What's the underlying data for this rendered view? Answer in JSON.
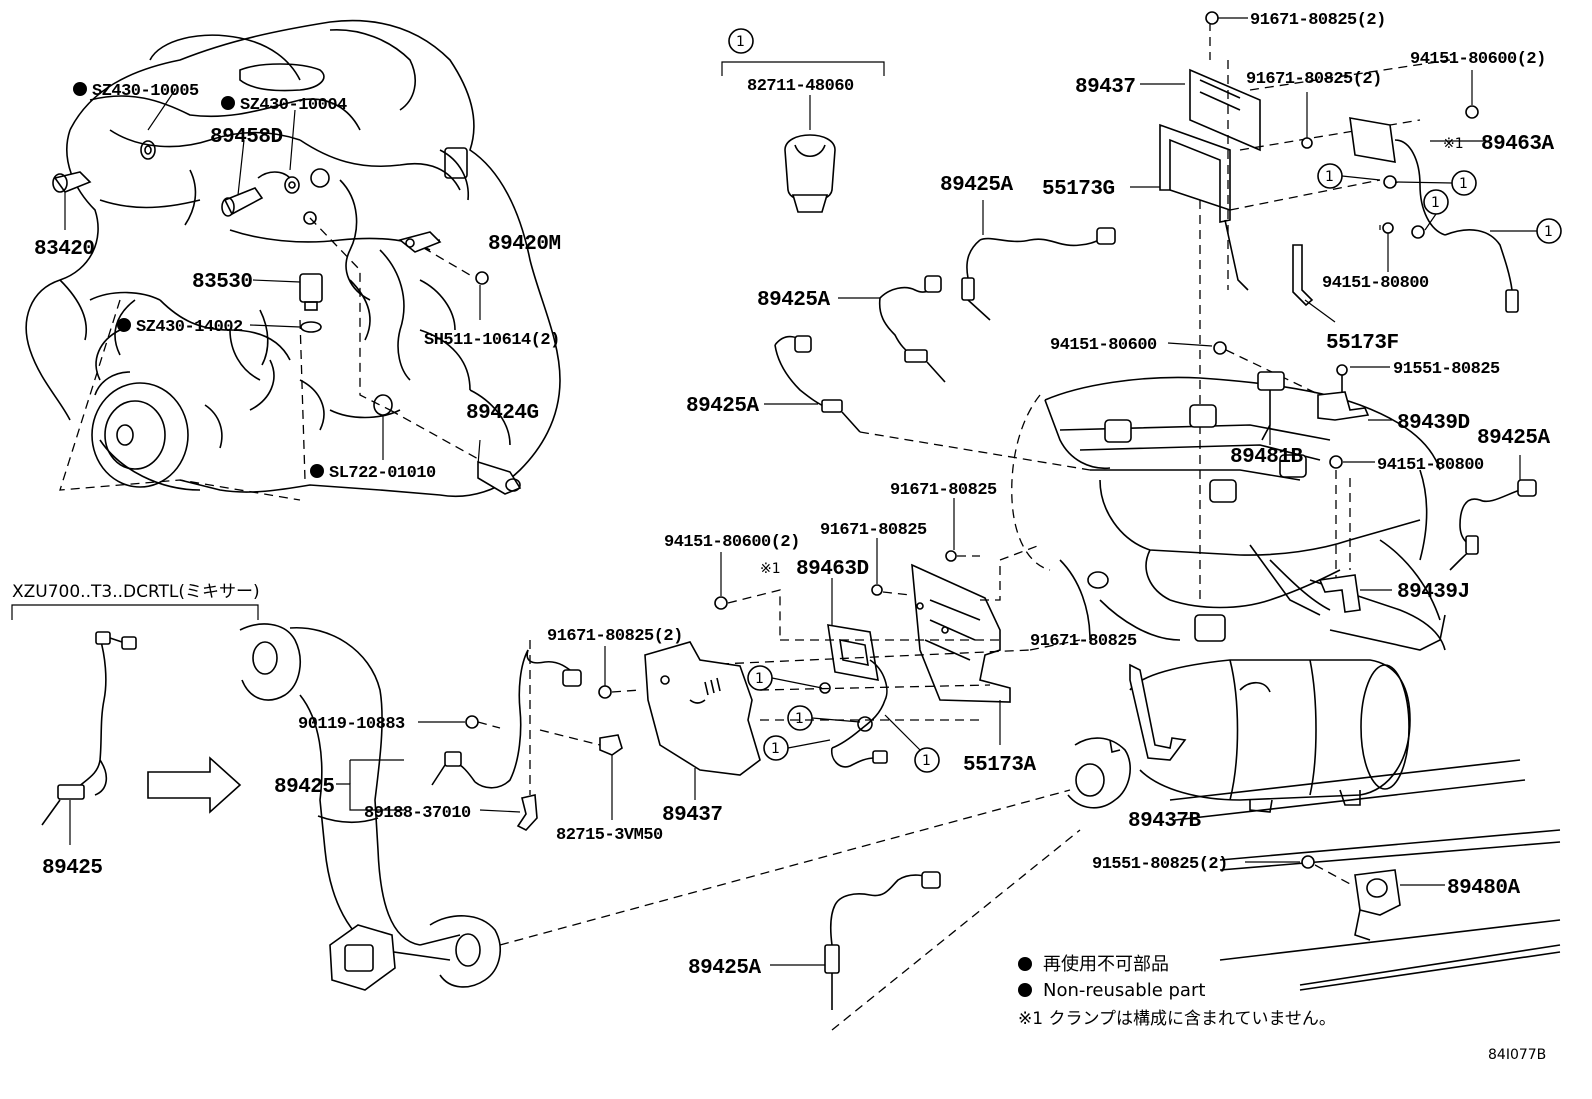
{
  "labels": {
    "sz430_10005": "SZ430-10005",
    "sz430_10004": "SZ430-10004",
    "p89458D": "89458D",
    "p83420": "83420",
    "p89420M": "89420M",
    "p83530": "83530",
    "sz430_14002": "SZ430-14002",
    "sh511": "SH511-10614(2)",
    "p89424G": "89424G",
    "sl722": "SL722-01010",
    "circle1": "1",
    "p82711": "82711-48060",
    "p89425A": "89425A",
    "p55173G": "55173G",
    "p89437": "89437",
    "b91671_2": "91671-80825(2)",
    "b94151_2": "94151-80600(2)",
    "mark1": "※1",
    "p89463A": "89463A",
    "b94151_80800": "94151-80800",
    "p55173F": "55173F",
    "b94151_80600": "94151-80600",
    "b91551": "91551-80825",
    "p89439D": "89439D",
    "p89481B": "89481B",
    "b91671": "91671-80825",
    "p89463D": "89463D",
    "p89439J": "89439J",
    "xzu": "XZU700..T3..DCRTL(ミキサー)",
    "p89425": "89425",
    "b90119": "90119-10883",
    "p89188": "89188-37010",
    "p82715": "82715-3VM50",
    "p55173A": "55173A",
    "p89437B": "89437B",
    "b91551_2": "91551-80825(2)",
    "p89480A": "89480A",
    "ref": "84I077B"
  },
  "legend": {
    "jp_nonreuse": "再使用不可部品",
    "en_nonreuse": "Non-reusable part",
    "note1": "※1 クランプは構成に含まれていません。"
  }
}
